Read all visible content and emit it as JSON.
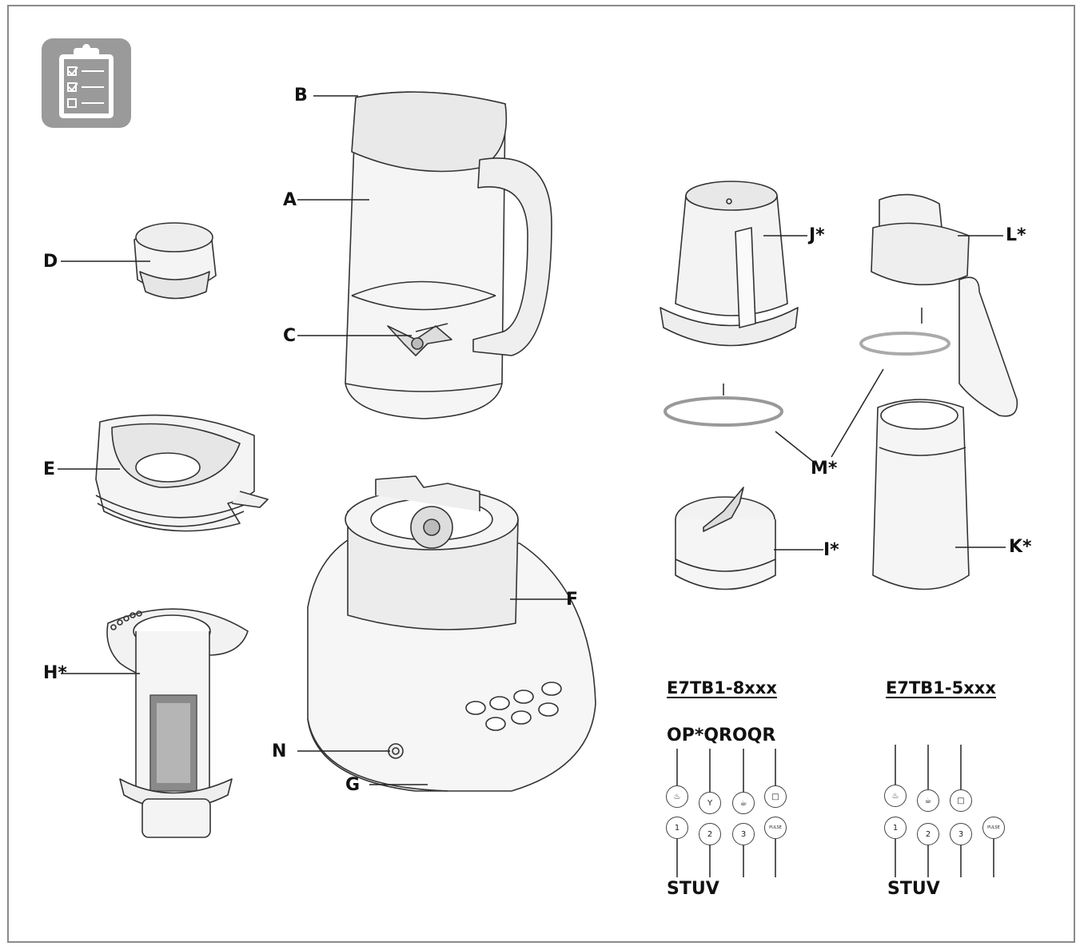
{
  "labels": {
    "A": "A",
    "B": "B",
    "C": "C",
    "D": "D",
    "E": "E",
    "F": "F",
    "G": "G",
    "H": "H*",
    "I": "I*",
    "J": "J*",
    "K": "K*",
    "L": "L*",
    "M": "M*",
    "N": "N"
  },
  "panel_8xxx": {
    "model": "E7TB1-8xxx",
    "top_callouts": "OP*QROQR",
    "bottom_callouts": "STUV",
    "speed_buttons": [
      "1",
      "2",
      "3",
      "PULSE"
    ]
  },
  "panel_5xxx": {
    "model": "E7TB1-5xxx",
    "bottom_callouts": "STUV",
    "speed_buttons": [
      "1",
      "2",
      "3",
      "PULSE"
    ]
  },
  "colors": {
    "line": "#333333",
    "fill_light": "#f4f4f4",
    "fill_mid": "#e6e6e6",
    "icon_bg": "#9a9a9a"
  },
  "icons": [
    "checklist-icon",
    "smoothie-icon",
    "cocktail-icon",
    "soup-icon",
    "cup-icon"
  ]
}
